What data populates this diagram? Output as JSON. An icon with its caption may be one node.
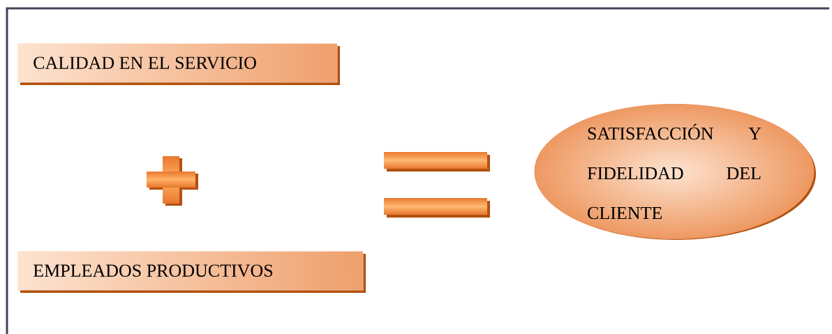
{
  "diagram": {
    "nodes": [
      {
        "text": [
          "CALIDAD EN EL SERVICIO"
        ]
      },
      {
        "text": [
          "EMPLEADOS PRODUCTIVOS"
        ]
      },
      {
        "text": [
          "SATISFACCIÓN Y FIDELIDAD DEL CLIENTE"
        ]
      }
    ]
  }
}
